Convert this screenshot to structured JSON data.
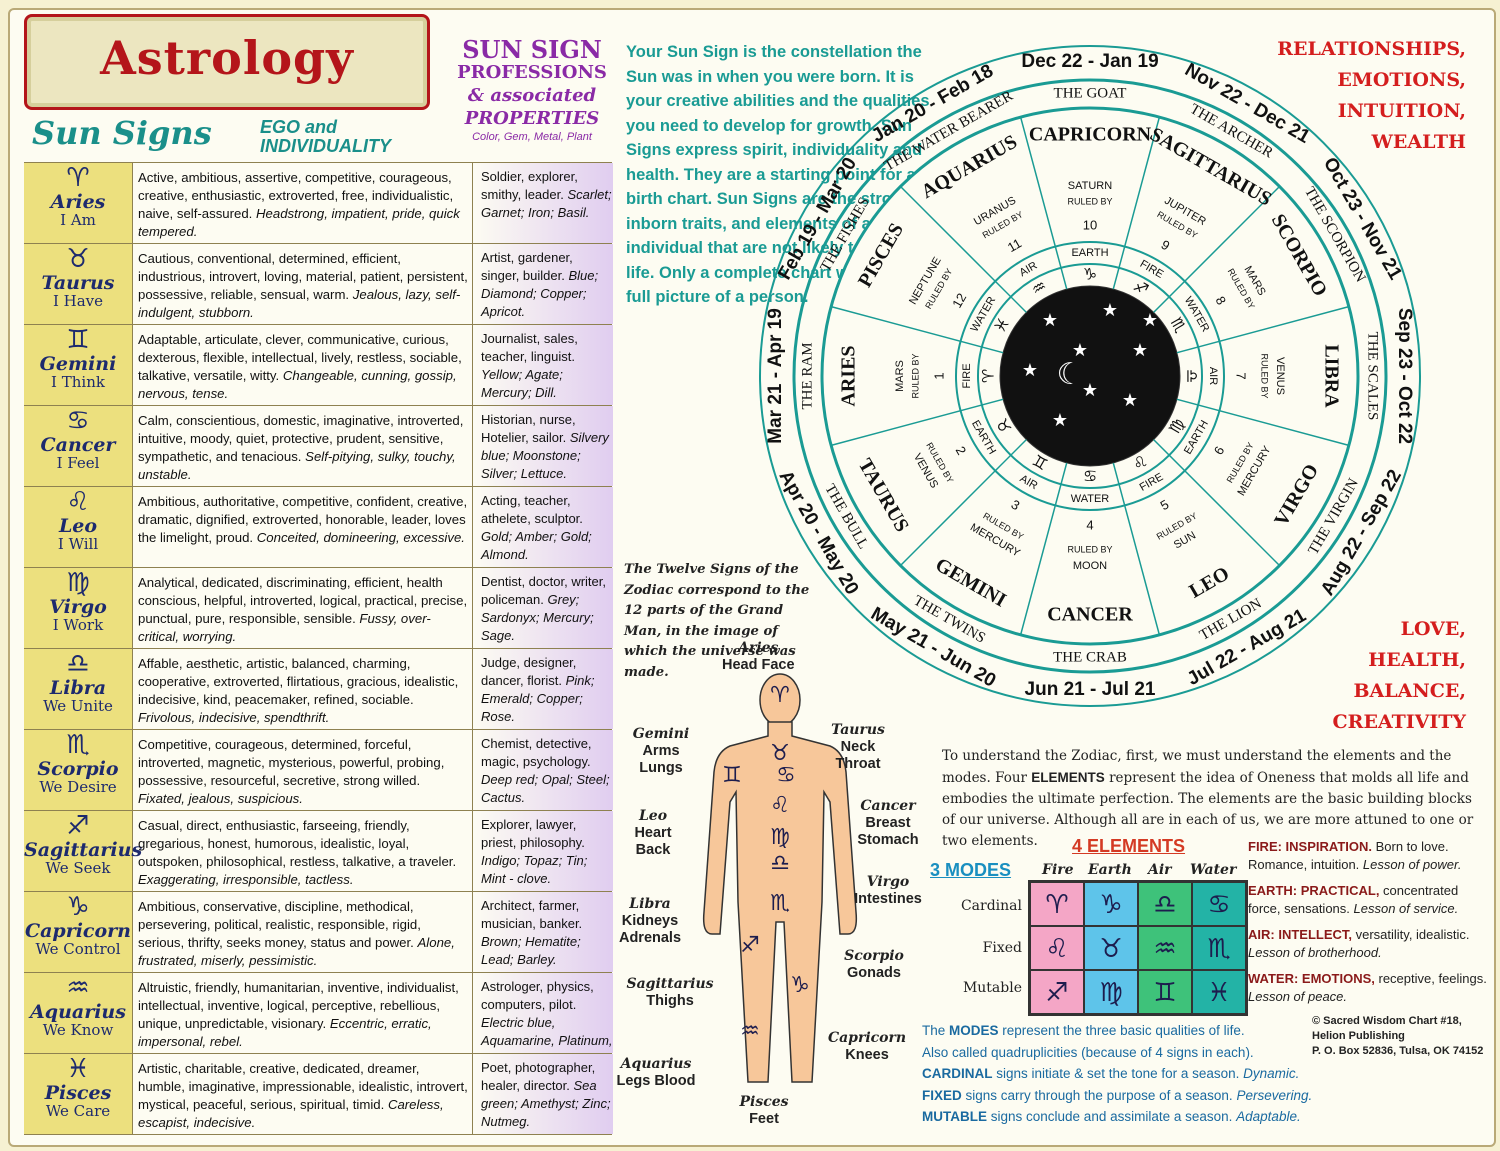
{
  "header": {
    "title": "Astrology",
    "sun_signs": "Sun Signs",
    "ego_line1": "EGO and",
    "ego_line2": "INDIVIDUALITY",
    "prof_line1": "SUN SIGN",
    "prof_line2": "PROFESSIONS",
    "prof_line3": "& associated",
    "prof_line4": "PROPERTIES",
    "prof_line5": "Color, Gem, Metal, Plant"
  },
  "signs": [
    {
      "glyph": "♈",
      "name": "Aries",
      "motto": "I Am",
      "traits": "Active, ambitious, assertive, competitive, courageous, creative, enthusiastic, extroverted, free, individualistic, naive, self-assured.",
      "negatives": "Headstrong, impatient, pride, quick tempered.",
      "props": "Soldier, explorer, smithy, leader.",
      "props_i": "Scarlet; Garnet; Iron; Basil."
    },
    {
      "glyph": "♉",
      "name": "Taurus",
      "motto": "I Have",
      "traits": "Cautious, conventional, determined, efficient, industrious, introvert, loving, material, patient, persistent, possessive, reliable, sensual, warm.",
      "negatives": "Jealous, lazy, self-indulgent, stubborn.",
      "props": "Artist, gardener, singer, builder.",
      "props_i": "Blue; Diamond; Copper; Apricot."
    },
    {
      "glyph": "♊",
      "name": "Gemini",
      "motto": "I Think",
      "traits": "Adaptable, articulate, clever, communicative, curious, dexterous, flexible, intellectual, lively, restless, sociable, talkative, versatile, witty.",
      "negatives": "Changeable, cunning, gossip, nervous, tense.",
      "props": "Journalist, sales, teacher, linguist.",
      "props_i": "Yellow; Agate; Mercury; Dill."
    },
    {
      "glyph": "♋",
      "name": "Cancer",
      "motto": "I Feel",
      "traits": "Calm, conscientious, domestic, imaginative, introverted, intuitive, moody, quiet, protective, prudent, sensitive, sympathetic, and tenacious.",
      "negatives": "Self-pitying, sulky, touchy, unstable.",
      "props": "Historian, nurse, Hotelier, sailor.",
      "props_i": "Silvery blue; Moonstone; Silver; Lettuce."
    },
    {
      "glyph": "♌",
      "name": "Leo",
      "motto": "I Will",
      "traits": "Ambitious, authoritative, competitive, confident, creative, dramatic, dignified, extroverted, honorable, leader, loves the limelight, proud.",
      "negatives": "Conceited, domineering, excessive.",
      "props": "Acting, teacher, athelete, sculptor.",
      "props_i": "Gold; Amber; Gold; Almond."
    },
    {
      "glyph": "♍",
      "name": "Virgo",
      "motto": "I Work",
      "traits": "Analytical, dedicated, discriminating, efficient, health conscious, helpful, introverted, logical, practical, precise, punctual, pure, responsible, sensible.",
      "negatives": "Fussy, over-critical, worrying.",
      "props": "Dentist, doctor, writer, policeman.",
      "props_i": "Grey; Sardonyx; Mercury; Sage."
    },
    {
      "glyph": "♎",
      "name": "Libra",
      "motto": "We Unite",
      "traits": "Affable, aesthetic, artistic, balanced, charming, cooperative, extroverted, flirtatious, gracious, idealistic, indecisive, kind, peacemaker, refined, sociable.",
      "negatives": "Frivolous, indecisive, spendthrift.",
      "props": "Judge, designer, dancer, florist.",
      "props_i": "Pink; Emerald; Copper; Rose."
    },
    {
      "glyph": "♏",
      "name": "Scorpio",
      "motto": "We Desire",
      "traits": "Competitive, courageous, determined, forceful, introverted, magnetic, mysterious, powerful, probing, possessive, resourceful, secretive, strong willed.",
      "negatives": "Fixated, jealous, suspicious.",
      "props": "Chemist, detective, magic, psychology.",
      "props_i": "Deep red; Opal; Steel; Cactus."
    },
    {
      "glyph": "♐",
      "name": "Sagittarius",
      "motto": "We Seek",
      "traits": "Casual, direct, enthusiastic, farseeing, friendly, gregarious, honest, humorous, idealistic, loyal, outspoken, philosophical, restless, talkative, a traveler.",
      "negatives": "Exaggerating, irresponsible, tactless.",
      "props": "Explorer, lawyer, priest, philosophy.",
      "props_i": "Indigo; Topaz; Tin; Mint - clove."
    },
    {
      "glyph": "♑",
      "name": "Capricorn",
      "motto": "We Control",
      "traits": "Ambitious, conservative, discipline, methodical, persevering, political, realistic, responsible, rigid, serious, thrifty, seeks money, status and power.",
      "negatives": "Alone, frustrated, miserly, pessimistic.",
      "props": "Architect, farmer, musician, banker.",
      "props_i": "Brown; Hematite; Lead; Barley."
    },
    {
      "glyph": "♒",
      "name": "Aquarius",
      "motto": "We Know",
      "traits": "Altruistic, friendly, humanitarian, inventive, individualist, intellectual, inventive, logical, perceptive, rebellious, unique, unpredictable, visionary.",
      "negatives": "Eccentric, erratic, impersonal, rebel.",
      "props": "Astrologer, physics, computers, pilot.",
      "props_i": "Electric blue, Aquamarine, Platinum, Pine."
    },
    {
      "glyph": "♓",
      "name": "Pisces",
      "motto": "We Care",
      "traits": "Artistic, charitable, creative, dedicated, dreamer, humble, imaginative, impressionable, idealistic, introvert, mystical, peaceful, serious, spiritual, timid.",
      "negatives": "Careless, escapist, indecisive.",
      "props": "Poet, photographer, healer, director.",
      "props_i": "Sea green; Amethyst; Zinc; Nutmeg."
    }
  ],
  "intro": "Your Sun Sign is the constellation the Sun was in when you were born. It is your creative abilities and the qualities you need to develop for growth. Sun Signs express spirit, individuality and health. They are a starting point for a birth chart. Sun Signs are the strongest, inborn traits, and elements of an individual that are not likely to change in life. Only a complete chart will give the full picture of a person.",
  "grandman": "The Twelve Signs of the Zodiac correspond to the 12 parts of the Grand Man, in the image of which the universe was made.",
  "rel": [
    "RELATIONSHIPS,",
    "EMOTIONS,",
    "INTUITION,",
    "WEALTH"
  ],
  "love": [
    "LOVE,",
    "HEALTH,",
    "BALANCE,",
    "CREATIVITY"
  ],
  "wheel": {
    "houses": [
      {
        "num": "1",
        "name": "ARIES",
        "ruler": "MARS",
        "elem": "FIRE",
        "glyph": "♈"
      },
      {
        "num": "2",
        "name": "TAURUS",
        "ruler": "VENUS",
        "elem": "EARTH",
        "glyph": "♉"
      },
      {
        "num": "3",
        "name": "GEMINI",
        "ruler": "MERCURY",
        "elem": "AIR",
        "glyph": "♊"
      },
      {
        "num": "4",
        "name": "CANCER",
        "ruler": "MOON",
        "elem": "WATER",
        "glyph": "♋"
      },
      {
        "num": "5",
        "name": "LEO",
        "ruler": "SUN",
        "elem": "FIRE",
        "glyph": "♌"
      },
      {
        "num": "6",
        "name": "VIRGO",
        "ruler": "MERCURY",
        "elem": "EARTH",
        "glyph": "♍"
      },
      {
        "num": "7",
        "name": "LIBRA",
        "ruler": "VENUS",
        "elem": "AIR",
        "glyph": "♎"
      },
      {
        "num": "8",
        "name": "SCORPIO",
        "ruler": "MARS",
        "elem": "WATER",
        "glyph": "♏"
      },
      {
        "num": "9",
        "name": "SAGITTARIUS",
        "ruler": "JUPITER",
        "elem": "FIRE",
        "glyph": "♐"
      },
      {
        "num": "10",
        "name": "CAPRICORN",
        "ruler": "SATURN",
        "elem": "EARTH",
        "glyph": "♑"
      },
      {
        "num": "11",
        "name": "AQUARIUS",
        "ruler": "URANUS",
        "elem": "AIR",
        "glyph": "♒"
      },
      {
        "num": "12",
        "name": "PISCES",
        "ruler": "NEPTUNE",
        "elem": "WATER",
        "glyph": "♓"
      }
    ],
    "ruled_by": "RULED BY",
    "nicknames": [
      "THE RAM",
      "THE BULL",
      "THE TWINS",
      "THE CRAB",
      "THE LION",
      "THE VIRGIN",
      "THE SCALES",
      "THE SCORPION",
      "THE ARCHER",
      "THE GOAT",
      "THE WATER BEARER",
      "THE FISHES"
    ],
    "dates": [
      "Mar 21 - Apr 19",
      "Apr 20 - May 20",
      "May 21 - Jun 20",
      "Jun 21 - Jul 21",
      "Jul 22 - Aug 21",
      "Aug 22 - Sep 22",
      "Sep 23 - Oct 22",
      "Oct 23 - Nov 21",
      "Nov 22 - Dec 21",
      "Dec 22 - Jan 19",
      "Jan 20 - Feb 18",
      "Feb 19 - Mar 20"
    ]
  },
  "body": {
    "aries_1": "Aries",
    "aries_2": "Head Face",
    "taurus_1": "Taurus",
    "taurus_2": "Neck Throat",
    "gemini_1": "Gemini",
    "gemini_2": "Arms Lungs",
    "cancer_1": "Cancer",
    "cancer_2": "Breast Stomach",
    "leo_1": "Leo",
    "leo_2": "Heart Back",
    "virgo_1": "Virgo",
    "virgo_2": "Intestines",
    "libra_1": "Libra",
    "libra_2": "Kidneys Adrenals",
    "scorpio_1": "Scorpio",
    "scorpio_2": "Gonads",
    "sag_1": "Sagittarius",
    "sag_2": "Thighs",
    "cap_1": "Capricorn",
    "cap_2": "Knees",
    "aqua_1": "Aquarius",
    "aqua_2": "Legs Blood",
    "pisces_1": "Pisces",
    "pisces_2": "Feet"
  },
  "elements_intro_1": "To understand the Zodiac, first, we must understand the elements and the modes. Four ",
  "elements_intro_b": "ELEMENTS",
  "elements_intro_2": " represent the idea of Oneness that molds all life and embodies the ultimate perfection. The elements are the basic building blocks of our universe. Although all are in each of us, we are more attuned to one or two elements.",
  "four_elements": "4 ELEMENTS",
  "three_modes": "3 MODES",
  "cols": [
    "Fire",
    "Earth",
    "Air",
    "Water"
  ],
  "modes": [
    "Cardinal",
    "Fixed",
    "Mutable"
  ],
  "grid": [
    [
      "♈",
      "♑",
      "♎",
      "♋"
    ],
    [
      "♌",
      "♉",
      "♒",
      "♏"
    ],
    [
      "♐",
      "♍",
      "♊",
      "♓"
    ]
  ],
  "grid_colors": {
    "fire": "#f4a6c6",
    "earth": "#5ec4ea",
    "air": "#3ec27a",
    "water": "#23b3a6"
  },
  "elem_desc": [
    {
      "b": "FIRE: INSPIRATION.",
      "t": " Born to love. Romance, intuition. ",
      "i": "Lesson of power."
    },
    {
      "b": "EARTH: PRACTICAL,",
      "t": " concentrated force, sensations. ",
      "i": "Lesson of service."
    },
    {
      "b": "AIR: INTELLECT,",
      "t": " versatility, idealistic. ",
      "i": "Lesson of brotherhood."
    },
    {
      "b": "WATER: EMOTIONS,",
      "t": " receptive, feelings. ",
      "i": "Lesson of peace."
    }
  ],
  "modes_text": {
    "l1a": "The ",
    "l1b": "MODES",
    "l1c": " represent the three basic qualities of life.",
    "l2": "Also called quadruplicities (because of 4 signs in each).",
    "l3b": "CARDINAL",
    "l3c": " signs initiate & set the tone for a season. ",
    "l3i": "Dynamic.",
    "l4b": "FIXED",
    "l4c": " signs carry through the purpose of a season. ",
    "l4i": "Persevering.",
    "l5b": "MUTABLE",
    "l5c": " signs conclude and assimilate a season. ",
    "l5i": "Adaptable."
  },
  "copyright": [
    "© Sacred Wisdom Chart #18,",
    "Helion Publishing",
    "P. O. Box 52836, Tulsa, OK 74152"
  ]
}
